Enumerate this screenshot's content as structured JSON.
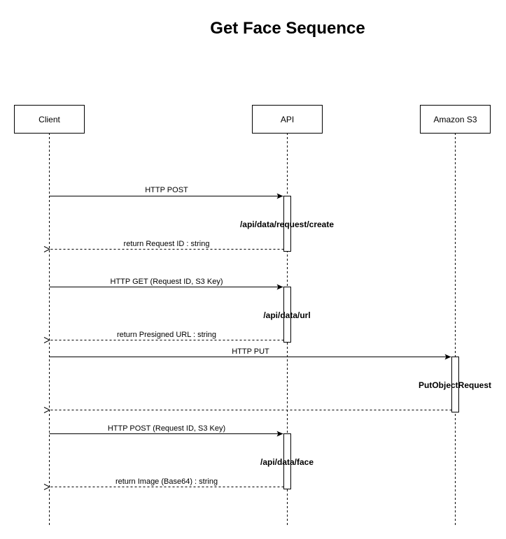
{
  "diagram": {
    "title": "Get Face Sequence",
    "actors": {
      "client": "Client",
      "api": "API",
      "s3": "Amazon S3"
    },
    "messages": {
      "m1": "HTTP POST",
      "r1": "return Request ID : string",
      "m2": "HTTP GET (Request ID, S3 Key)",
      "r2": "return Presigned URL : string",
      "m3": "HTTP PUT",
      "r3": "",
      "m4": "HTTP POST (Request ID, S3 Key)",
      "r4": "return Image (Base64) : string"
    },
    "activations": {
      "a1": "/api/data/request/create",
      "a2": "/api/data/url",
      "a3": "PutObjectRequest",
      "a4": "/api/data/face"
    }
  }
}
